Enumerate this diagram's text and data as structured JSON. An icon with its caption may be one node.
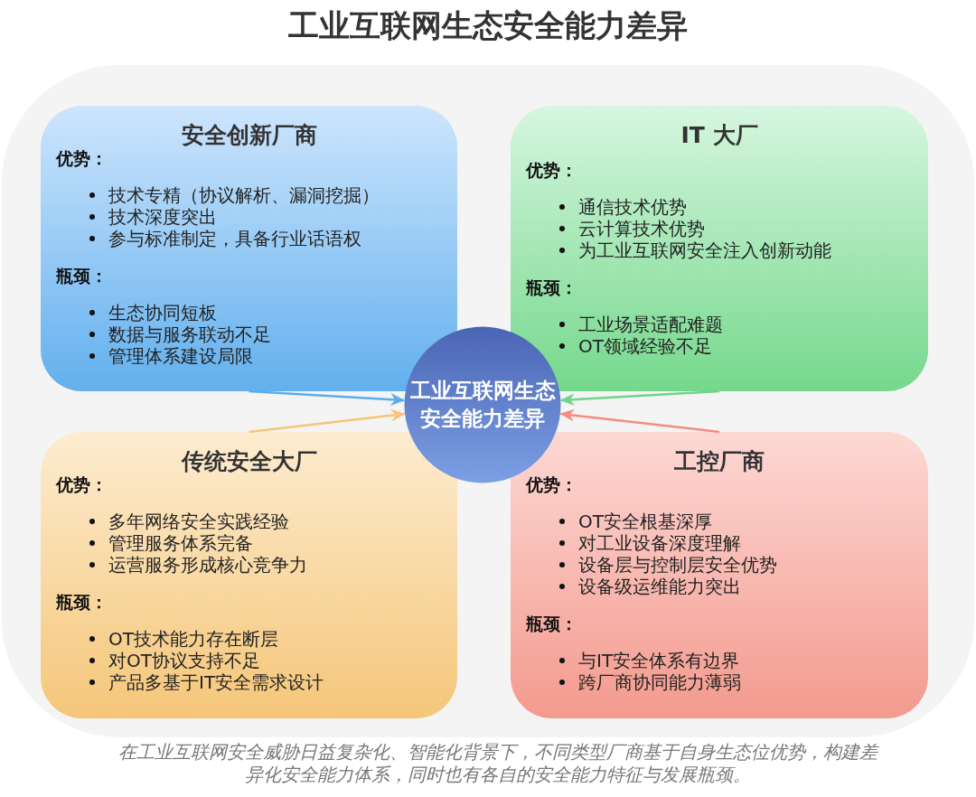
{
  "diagram": {
    "title": "工业互联网生态安全能力差异",
    "nodes": [
      {
        "text": [
          "安全创新厂商",
          "优势：",
          "技术专精（协议解析、漏洞挖掘）",
          "技术深度突出",
          "参与标准制定，具备行业话语权",
          "瓶颈：",
          "生态协同短板",
          "数据与服务联动不足",
          "管理体系建设局限"
        ]
      },
      {
        "text": [
          "IT 大厂",
          "优势：",
          "通信技术优势",
          "云计算技术优势",
          "为工业互联网安全注入创新动能",
          "瓶颈：",
          "工业场景适配难题",
          "OT领域经验不足"
        ]
      },
      {
        "text": [
          "工业互联网生态安全能力差异"
        ]
      },
      {
        "text": [
          "传统安全大厂",
          "优势：",
          "多年网络安全实践经验",
          "管理服务体系完备",
          "运营服务形成核心竞争力",
          "瓶颈：",
          "OT技术能力存在断层",
          "对OT协议支持不足",
          "产品多基于IT安全需求设计"
        ]
      },
      {
        "text": [
          "工控厂商",
          "优势：",
          "OT安全根基深厚",
          "对工业设备深度理解",
          "设备层与控制层安全优势",
          "设备级运维能力突出",
          "瓶颈：",
          "与IT安全体系有边界",
          "跨厂商协同能力薄弱"
        ]
      }
    ],
    "edges": [
      {
        "from": 0,
        "to": 2,
        "arrow": "to",
        "color": "#5aaeea"
      },
      {
        "from": 1,
        "to": 2,
        "arrow": "to",
        "color": "#6fd48c"
      },
      {
        "from": 3,
        "to": 2,
        "arrow": "to",
        "color": "#f6c57a"
      },
      {
        "from": 4,
        "to": 2,
        "arrow": "to",
        "color": "#f28d80"
      }
    ],
    "caption": "在工业互联网安全威胁日益复杂化、智能化背景下，不同类型厂商基于自身生态位优势，构建差异化安全能力体系，同时也有各自的安全能力特征与发展瓶颈。"
  }
}
